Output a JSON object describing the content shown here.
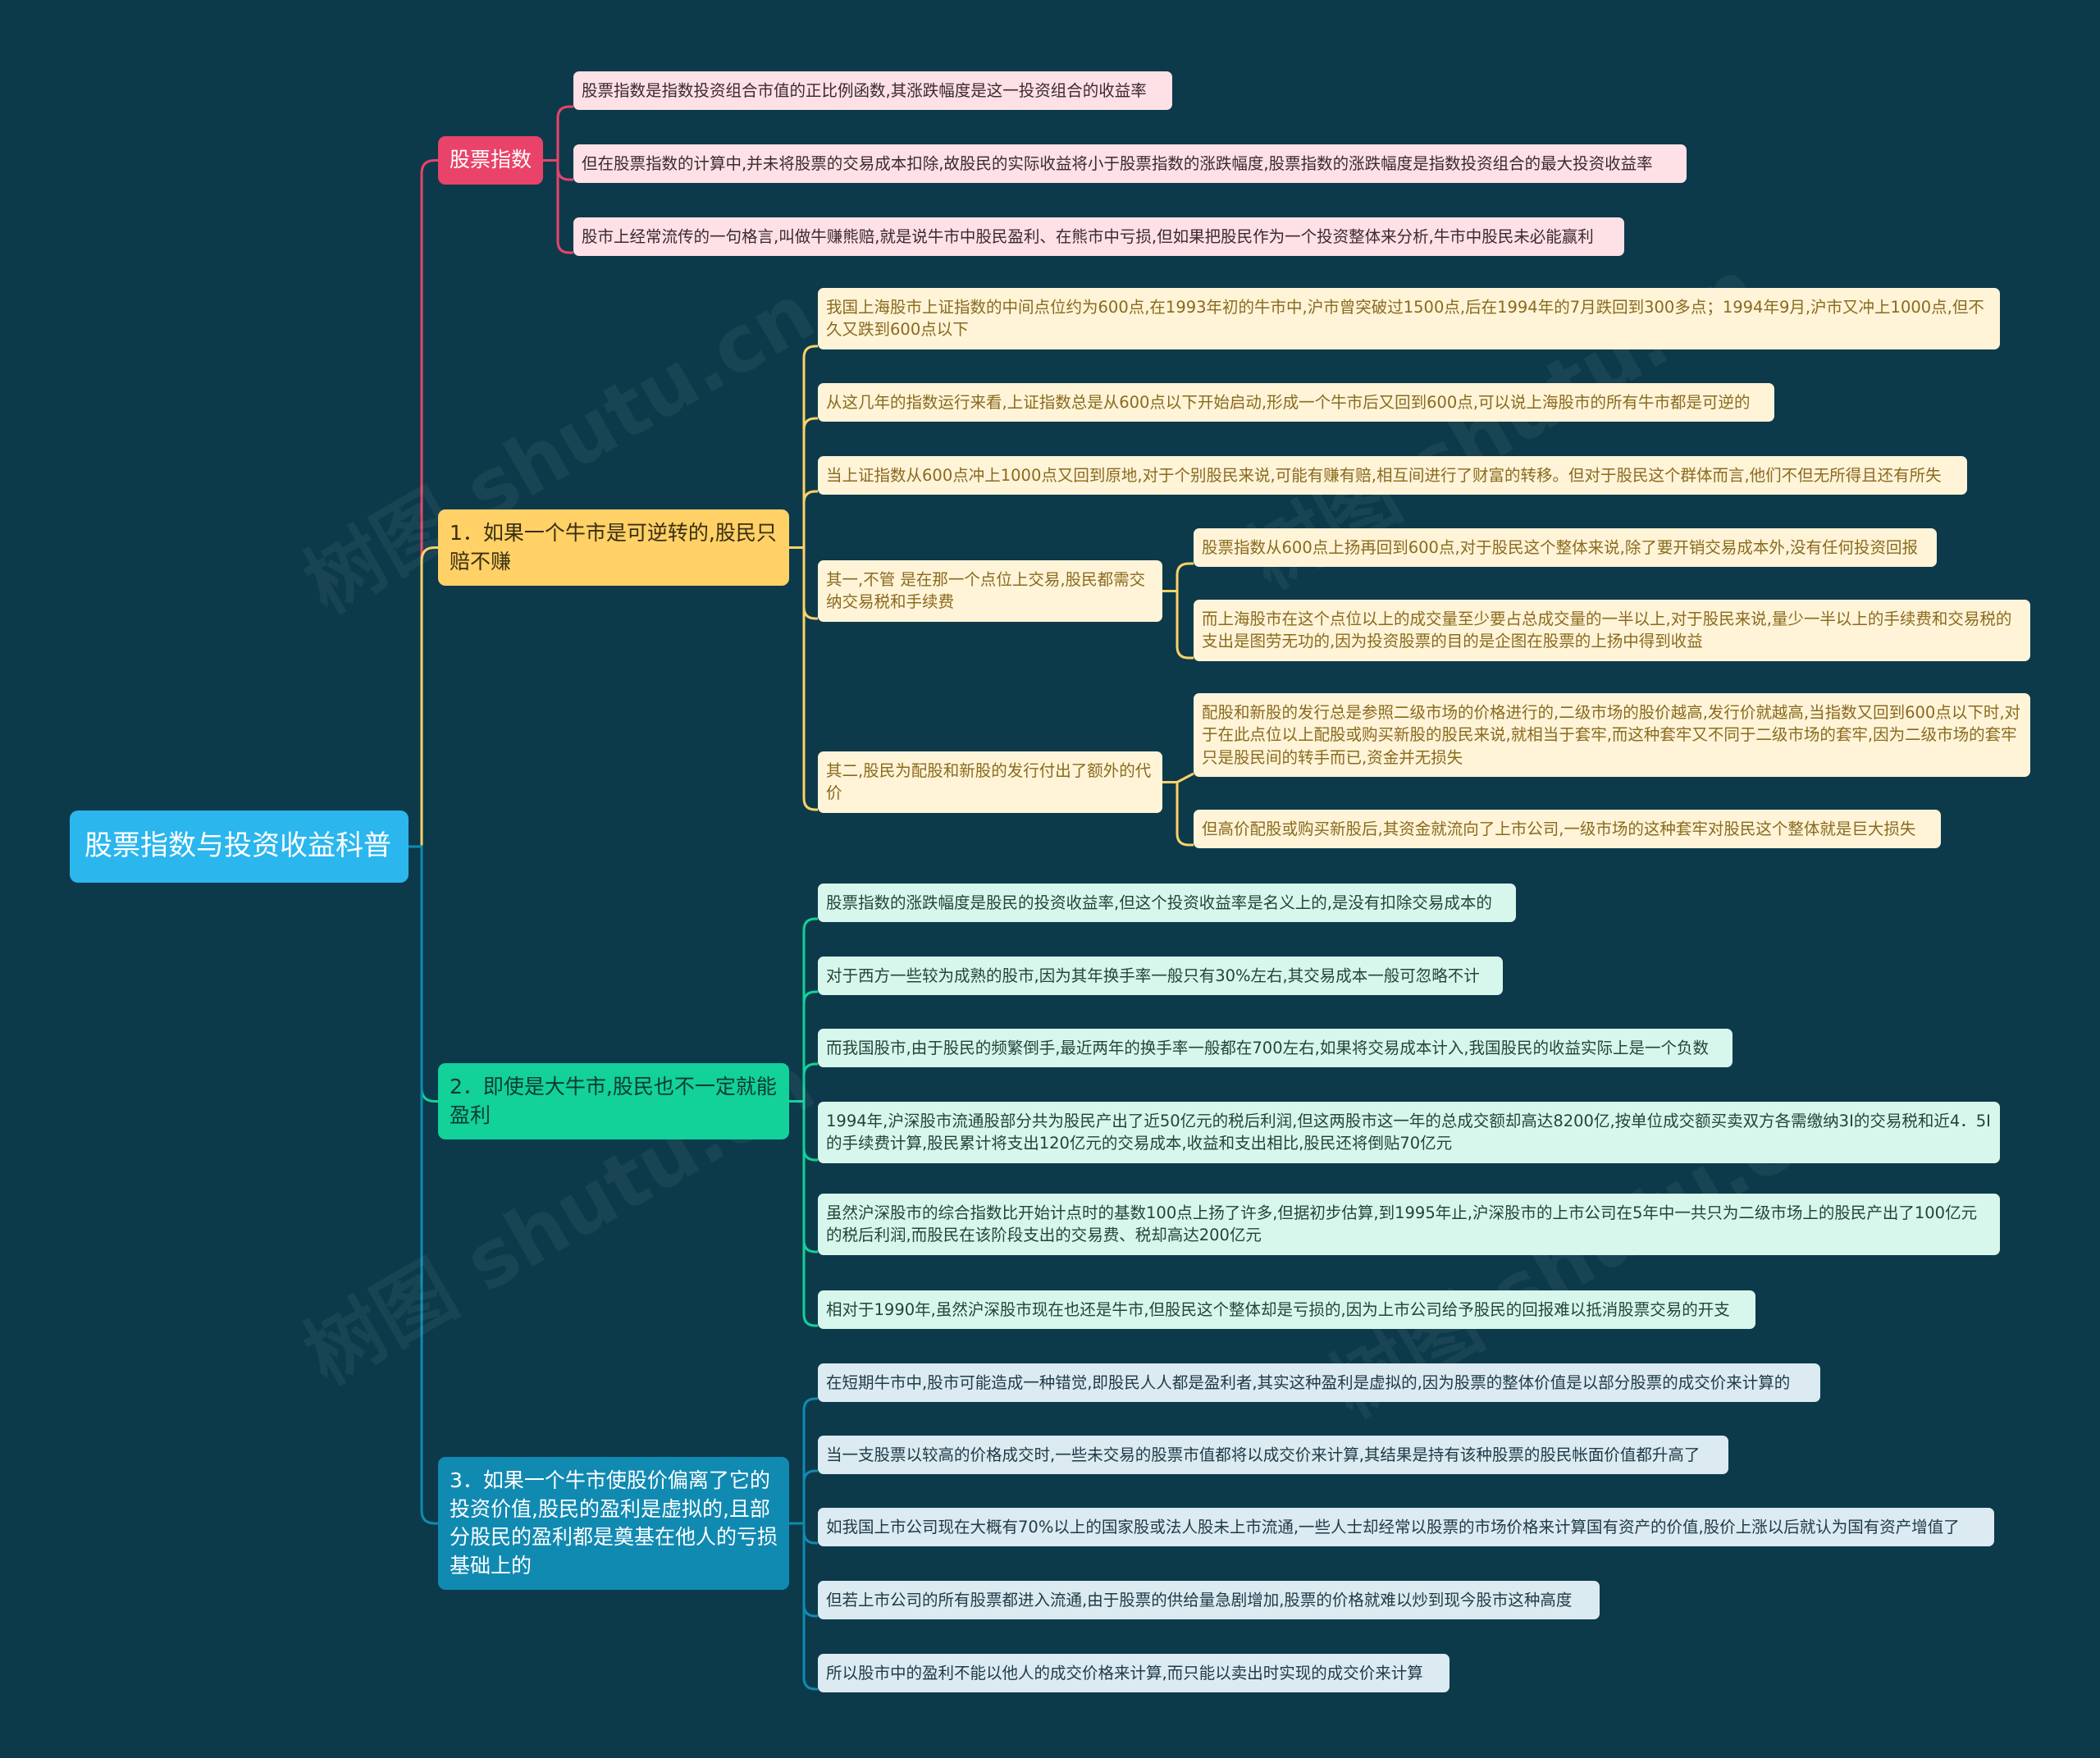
{
  "colors": {
    "background": "#0c3a4b",
    "root": "#2bb6ee",
    "branch_pink": "#e9436a",
    "branch_yellow": "#ffd167",
    "branch_green": "#12d199",
    "branch_blue": "#118ab2"
  },
  "root": {
    "title": "股票指数与投资收益科普"
  },
  "branches": [
    {
      "label": "股票指数",
      "items": [
        "股票指数是指数投资组合市值的正比例函数,其涨跌幅度是这一投资组合的收益率",
        "但在股票指数的计算中,并未将股票的交易成本扣除,故股民的实际收益将小于股票指数的涨跌幅度,股票指数的涨跌幅度是指数投资组合的最大投资收益率",
        "股市上经常流传的一句格言,叫做牛赚熊赔,就是说牛市中股民盈利、在熊市中亏损,但如果把股民作为一个投资整体来分析,牛市中股民未必能赢利"
      ]
    },
    {
      "label": "1．如果一个牛市是可逆转的,股民只赔不赚",
      "items": [
        "我国上海股市上证指数的中间点位约为600点,在1993年初的牛市中,沪市曾突破过1500点,后在1994年的7月跌回到300多点；1994年9月,沪市又冲上1000点,但不久又跌到600点以下",
        "从这几年的指数运行来看,上证指数总是从600点以下开始启动,形成一个牛市后又回到600点,可以说上海股市的所有牛市都是可逆的",
        "当上证指数从600点冲上1000点又回到原地,对于个别股民来说,可能有赚有赔,相互间进行了财富的转移。但对于股民这个群体而言,他们不但无所得且还有所失",
        "其一,不管 是在那一个点位上交易,股民都需交纳交易税和手续费",
        "其二,股民为配股和新股的发行付出了额外的代价"
      ],
      "sub_items_1": [
        "股票指数从600点上扬再回到600点,对于股民这个整体来说,除了要开销交易成本外,没有任何投资回报",
        "而上海股市在这个点位以上的成交量至少要占总成交量的一半以上,对于股民来说,量少一半以上的手续费和交易税的支出是图劳无功的,因为投资股票的目的是企图在股票的上扬中得到收益"
      ],
      "sub_items_2": [
        "配股和新股的发行总是参照二级市场的价格进行的,二级市场的股价越高,发行价就越高,当指数又回到600点以下时,对于在此点位以上配股或购买新股的股民来说,就相当于套牢,而这种套牢又不同于二级市场的套牢,因为二级市场的套牢只是股民间的转手而已,资金并无损失",
        "但高价配股或购买新股后,其资金就流向了上市公司,一级市场的这种套牢对股民这个整体就是巨大损失"
      ]
    },
    {
      "label": "2．即使是大牛市,股民也不一定就能盈利",
      "items": [
        "股票指数的涨跌幅度是股民的投资收益率,但这个投资收益率是名义上的,是没有扣除交易成本的",
        "对于西方一些较为成熟的股市,因为其年换手率一般只有30%左右,其交易成本一般可忽略不计",
        "而我国股市,由于股民的频繁倒手,最近两年的换手率一般都在700左右,如果将交易成本计入,我国股民的收益实际上是一个负数",
        "1994年,沪深股市流通股部分共为股民产出了近50亿元的税后利润,但这两股市这一年的总成交额却高达8200亿,按单位成交额买卖双方各需缴纳3I的交易税和近4．5I的手续费计算,股民累计将支出120亿元的交易成本,收益和支出相比,股民还将倒贴70亿元",
        "虽然沪深股市的综合指数比开始计点时的基数100点上扬了许多,但据初步估算,到1995年止,沪深股市的上市公司在5年中一共只为二级市场上的股民产出了100亿元的税后利润,而股民在该阶段支出的交易费、税却高达200亿元",
        "相对于1990年,虽然沪深股市现在也还是牛市,但股民这个整体却是亏损的,因为上市公司给予股民的回报难以抵消股票交易的开支"
      ]
    },
    {
      "label": "3．如果一个牛市使股价偏离了它的投资价值,股民的盈利是虚拟的,且部分股民的盈利都是奠基在他人的亏损基础上的",
      "items": [
        "在短期牛市中,股市可能造成一种错觉,即股民人人都是盈利者,其实这种盈利是虚拟的,因为股票的整体价值是以部分股票的成交价来计算的",
        "当一支股票以较高的价格成交时,一些未交易的股票市值都将以成交价来计算,其结果是持有该种股票的股民帐面价值都升高了",
        "如我国上市公司现在大概有70%以上的国家股或法人股未上市流通,一些人士却经常以股票的市场价格来计算国有资产的价值,股价上涨以后就认为国有资产增值了",
        "但若上市公司的所有股票都进入流通,由于股票的供给量急剧增加,股票的价格就难以炒到现今股市这种高度",
        "所以股市中的盈利不能以他人的成交价格来计算,而只能以卖出时实现的成交价来计算"
      ]
    }
  ]
}
